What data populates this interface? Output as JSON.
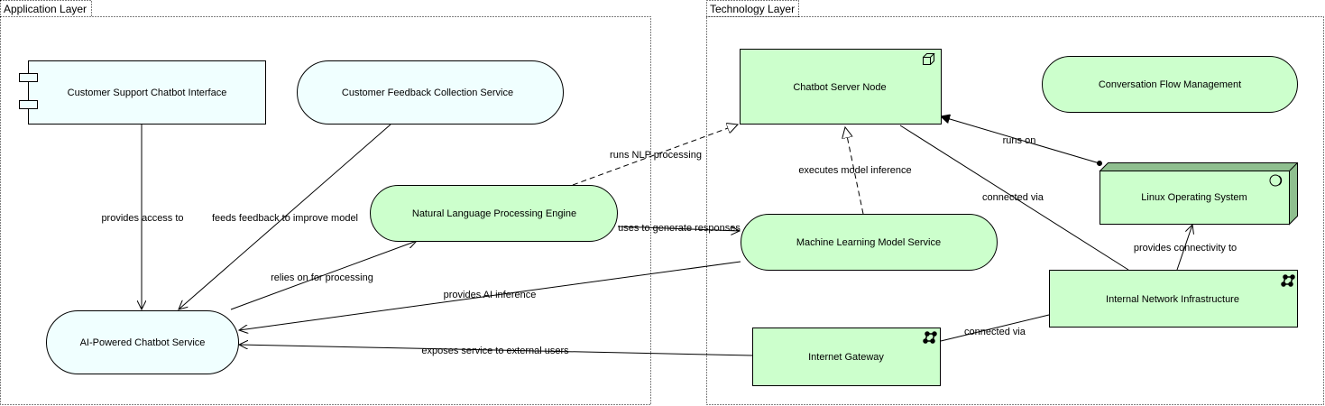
{
  "groups": {
    "application": {
      "label": "Application Layer"
    },
    "technology": {
      "label": "Technology Layer"
    }
  },
  "nodes": {
    "chatbot_interface": {
      "label": "Customer Support Chatbot Interface"
    },
    "feedback_service": {
      "label": "Customer Feedback Collection Service"
    },
    "nlp_engine": {
      "label": "Natural Language Processing Engine"
    },
    "chatbot_service": {
      "label": "AI-Powered Chatbot Service"
    },
    "server_node": {
      "label": "Chatbot Server Node"
    },
    "ml_service": {
      "label": "Machine Learning Model Service"
    },
    "conversation_flow": {
      "label": "Conversation Flow Management"
    },
    "linux_os": {
      "label": "Linux Operating System"
    },
    "network_infra": {
      "label": "Internal Network Infrastructure"
    },
    "internet_gateway": {
      "label": "Internet Gateway"
    }
  },
  "edges": {
    "provides_access": {
      "label": "provides access to"
    },
    "feeds_feedback": {
      "label": "feeds feedback to improve model"
    },
    "relies_on": {
      "label": "relies on for processing"
    },
    "runs_nlp": {
      "label": "runs NLP processing"
    },
    "uses_to_generate": {
      "label": "uses to generate responses"
    },
    "executes_inference": {
      "label": "executes model inference"
    },
    "provides_ai": {
      "label": "provides AI inference"
    },
    "runs_on": {
      "label": "runs on"
    },
    "connected_via_1": {
      "label": "connected via"
    },
    "provides_connectivity": {
      "label": "provides connectivity to"
    },
    "connected_via_2": {
      "label": "connected via"
    },
    "exposes_service": {
      "label": "exposes service to external users"
    }
  },
  "colors": {
    "application_fill": "#f0ffff",
    "technology_fill": "#ccffcc",
    "stroke": "#000000",
    "node_3d_side": "#8fbf8f"
  }
}
